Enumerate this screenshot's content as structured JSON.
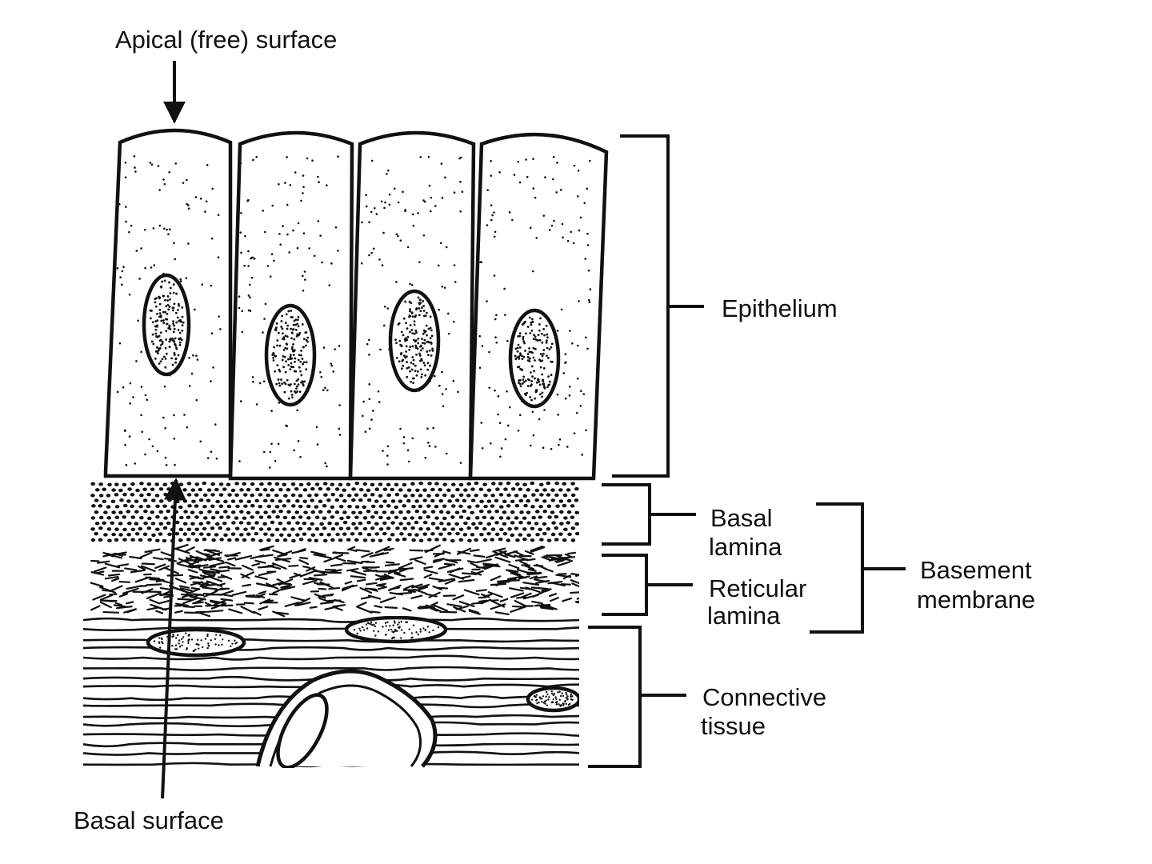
{
  "labels": {
    "apical_surface": "Apical (free) surface",
    "basal_surface": "Basal surface",
    "epithelium": "Epithelium",
    "basal_lamina_1": "Basal",
    "basal_lamina_2": "lamina",
    "reticular_lamina_1": "Reticular",
    "reticular_lamina_2": "lamina",
    "basement_membrane_1": "Basement",
    "basement_membrane_2": "membrane",
    "connective_tissue_1": "Connective",
    "connective_tissue_2": "tissue"
  },
  "colors": {
    "ink": "#111111",
    "paper": "#ffffff"
  }
}
